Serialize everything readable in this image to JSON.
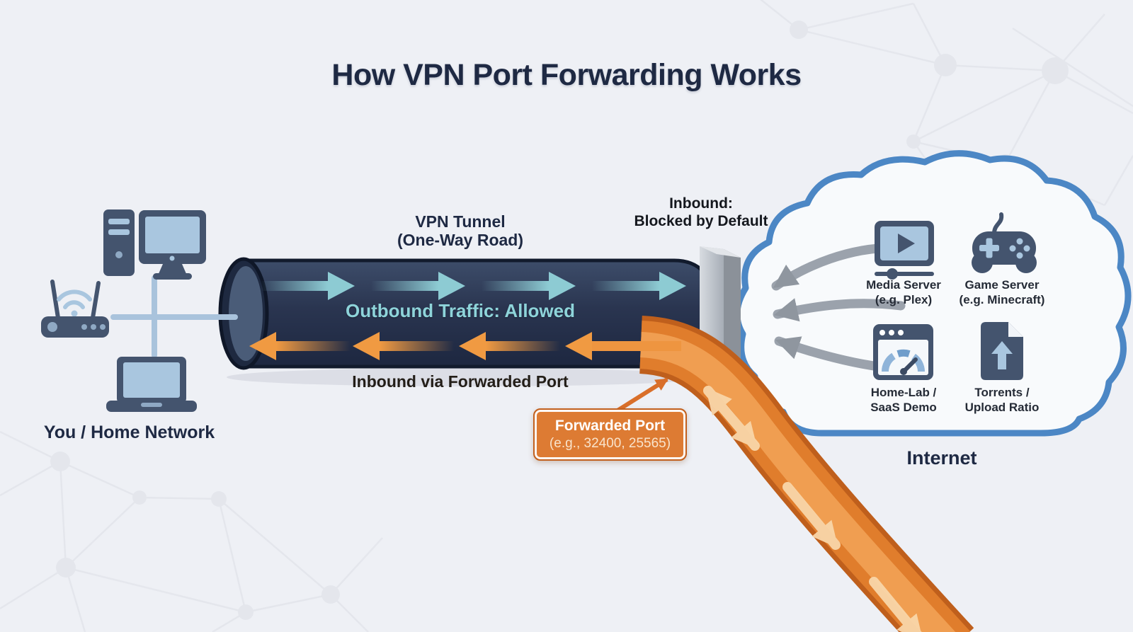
{
  "title": "How VPN Port Forwarding Works",
  "home_network": {
    "label": "You / Home Network",
    "devices": [
      "desktop-icon",
      "router-icon",
      "laptop-icon"
    ]
  },
  "tunnel": {
    "label_line1": "VPN Tunnel",
    "label_line2": "(One-Way Road)",
    "outbound_label": "Outbound Traffic: Allowed",
    "inbound_label": "Inbound via Forwarded Port"
  },
  "firewall": {
    "label_line1": "Inbound:",
    "label_line2": "Blocked by Default"
  },
  "forwarded_port": {
    "title": "Forwarded Port",
    "examples": "(e.g., 32400, 25565)"
  },
  "internet": {
    "label": "Internet",
    "services": [
      {
        "icon": "media-server-icon",
        "line1": "Media Server",
        "line2": "(e.g. Plex)"
      },
      {
        "icon": "game-server-icon",
        "line1": "Game Server",
        "line2": "(e.g. Minecraft)"
      },
      {
        "icon": "homelab-gauge-icon",
        "line1": "Home-Lab /",
        "line2": "SaaS Demo"
      },
      {
        "icon": "file-upload-icon",
        "line1": "Torrents /",
        "line2": "Upload Ratio"
      }
    ]
  },
  "colors": {
    "background": "#eef0f5",
    "heading_navy": "#1e2943",
    "tunnel_body": "#28334d",
    "teal_arrow": "#8dcbd3",
    "orange_arrow": "#f09a42",
    "pipe_orange": "#e07d2c",
    "icon_slate": "#44546e",
    "icon_light_blue": "#a9c6df",
    "blocked_gray": "#9ba2ac",
    "cloud_stroke": "#4c87c5",
    "callout_fill": "#dd7b33"
  }
}
